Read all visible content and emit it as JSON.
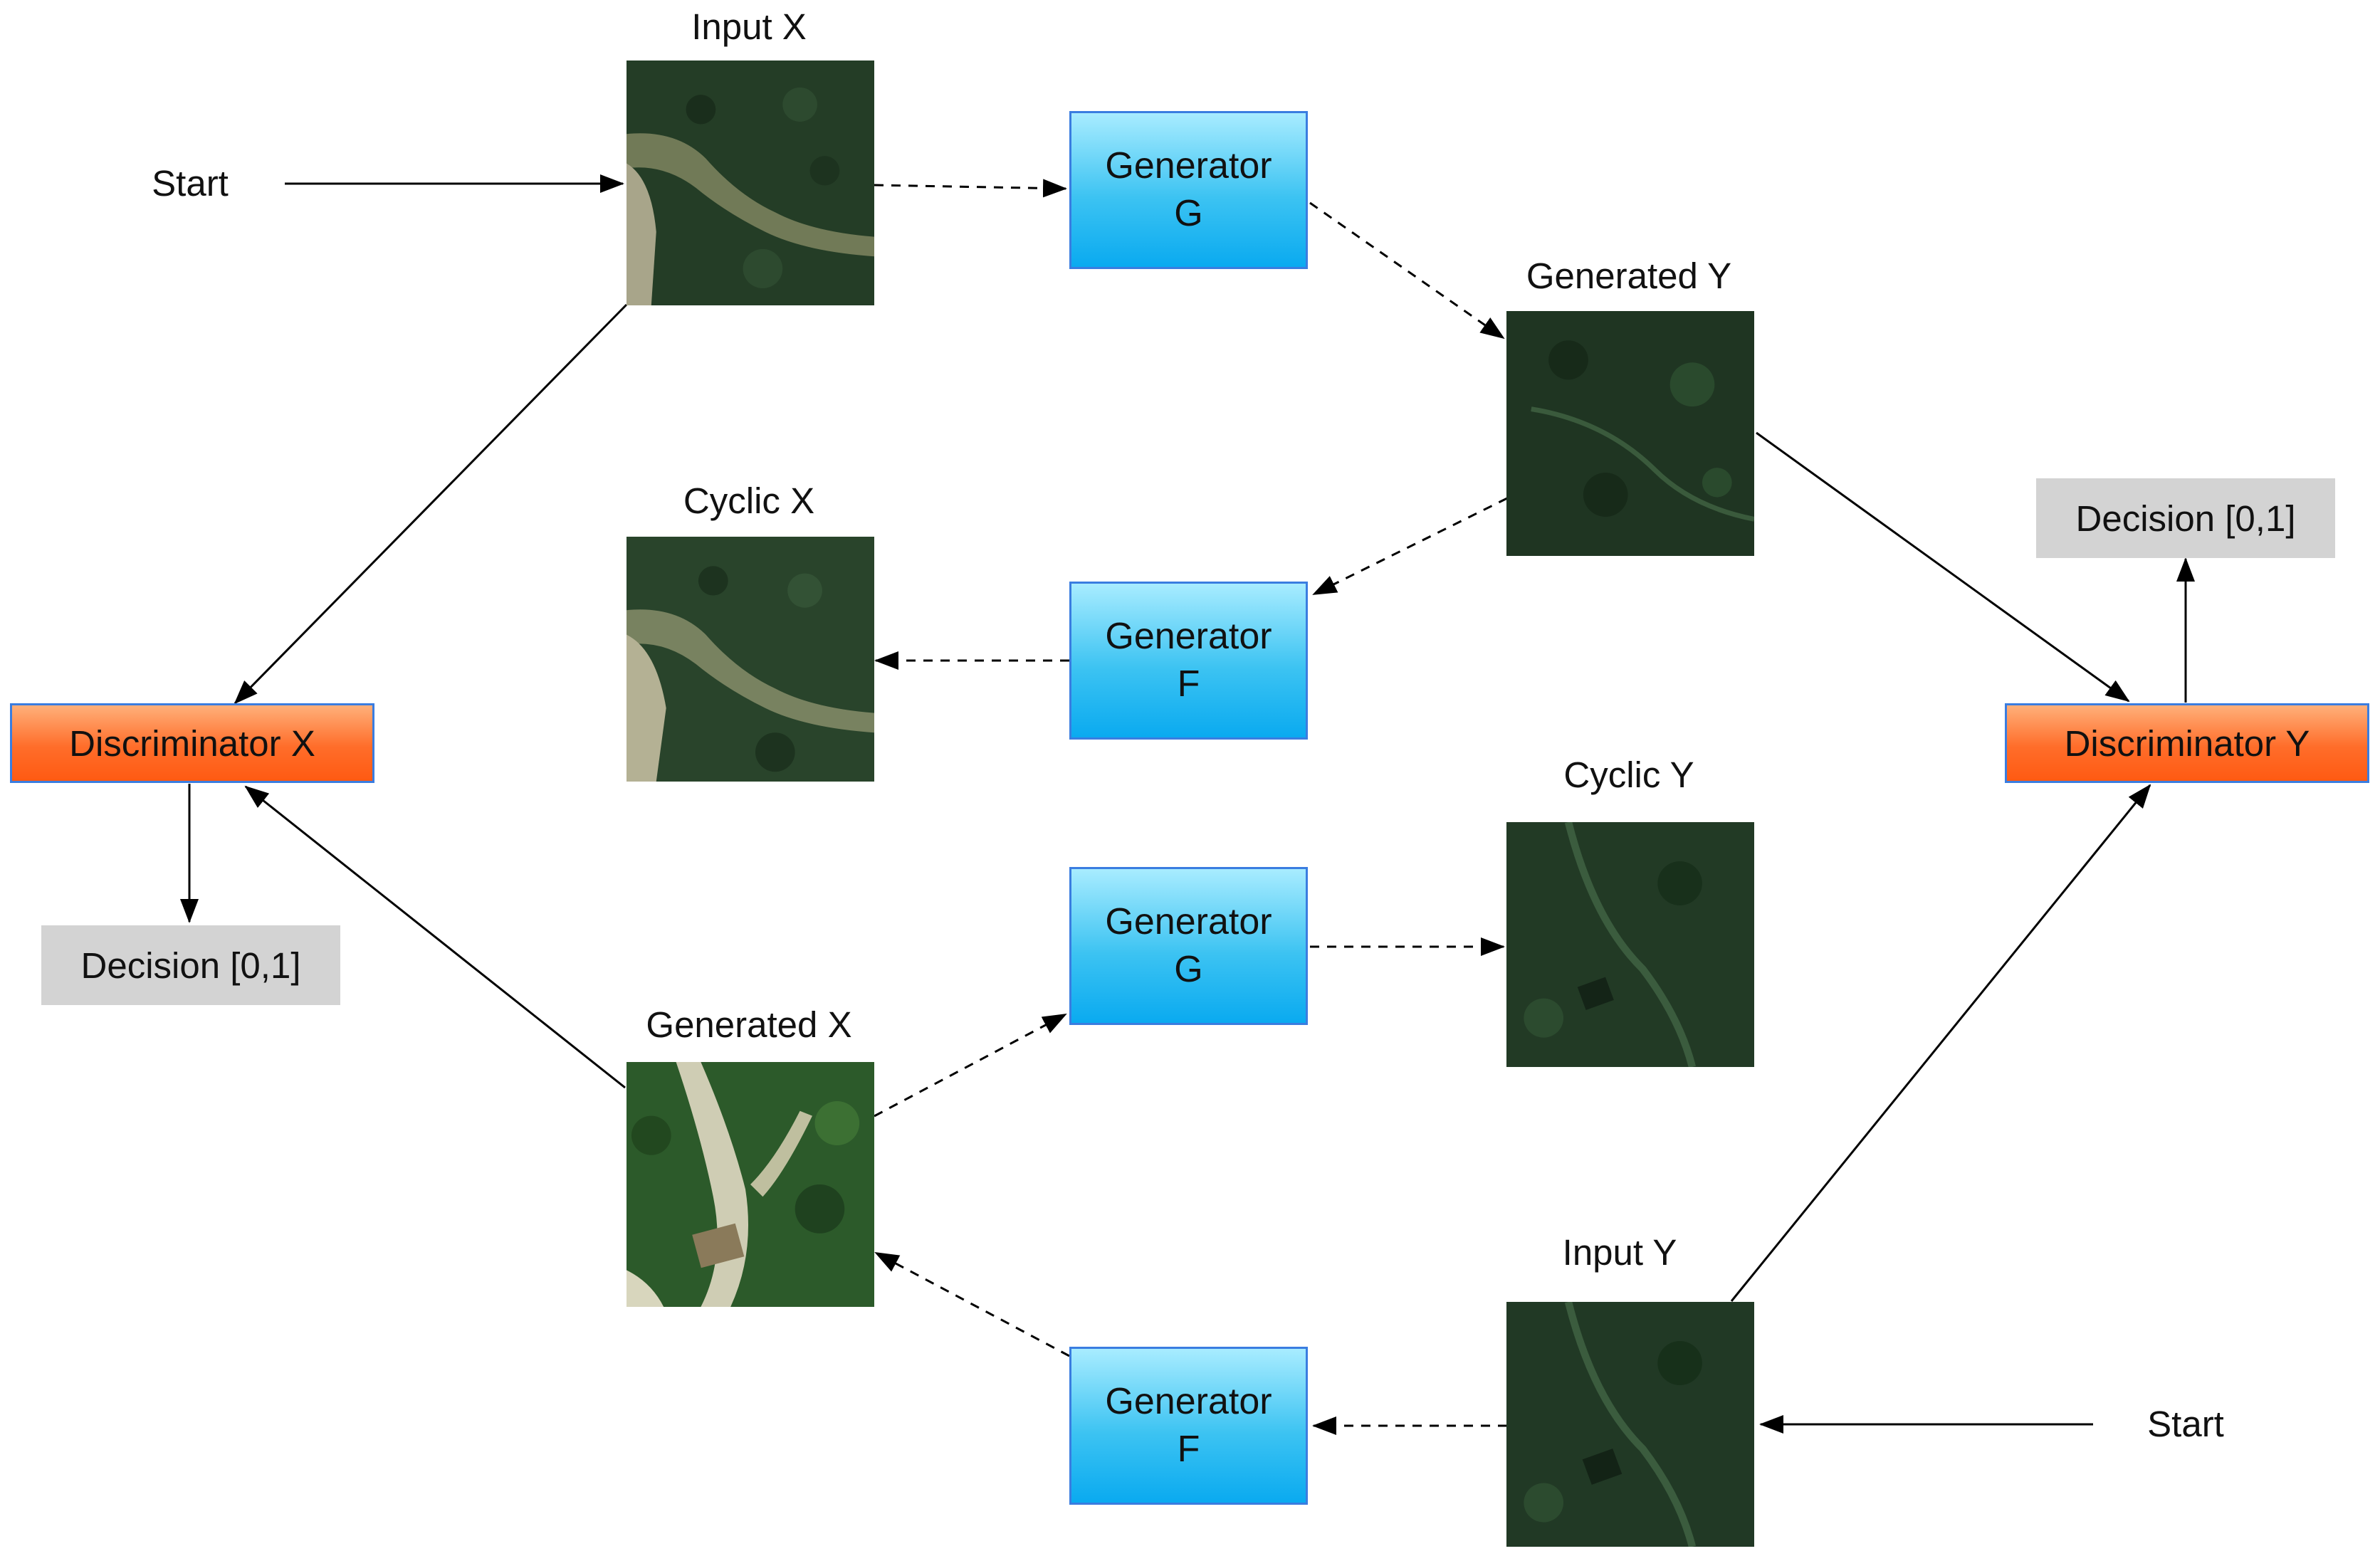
{
  "labels": {
    "start_top": "Start",
    "start_bottom": "Start",
    "input_x": "Input X",
    "generated_y": "Generated Y",
    "cyclic_x": "Cyclic X",
    "cyclic_y": "Cyclic Y",
    "generated_x": "Generated X",
    "input_y": "Input Y"
  },
  "generators": {
    "g_top": {
      "line1": "Generator",
      "line2": "G"
    },
    "f_upper": {
      "line1": "Generator",
      "line2": "F"
    },
    "g_lower": {
      "line1": "Generator",
      "line2": "G"
    },
    "f_bottom": {
      "line1": "Generator",
      "line2": "F"
    }
  },
  "discriminators": {
    "x": "Discriminator X",
    "y": "Discriminator Y"
  },
  "decisions": {
    "x": "Decision [0,1]",
    "y": "Decision [0,1]"
  },
  "colors": {
    "generator_fill": "#3cc3f2",
    "generator_border": "#3a7de0",
    "discriminator_fill": "#ff6d2a",
    "decision_fill": "#d3d3d3",
    "forest": "#243d26"
  }
}
